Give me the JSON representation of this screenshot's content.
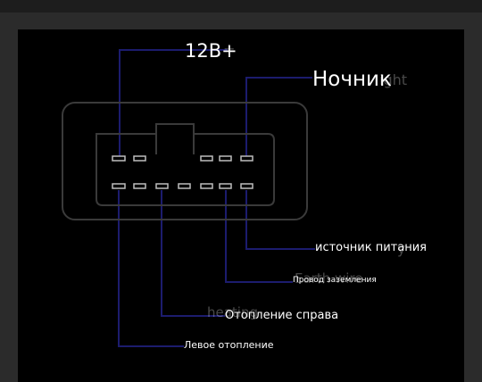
{
  "labels": {
    "plus_12v": "12В+",
    "night_light": "Ночник",
    "power_source": "источник питания",
    "ground_wire": "Провод заземления",
    "right_heating": "Отопление справа",
    "left_heating": "Левое отопление"
  },
  "colors": {
    "wire": "#1c1c6e",
    "connector_outline": "#3a3a3a",
    "pin": "#bdbdbd",
    "canvas": "#000000"
  }
}
